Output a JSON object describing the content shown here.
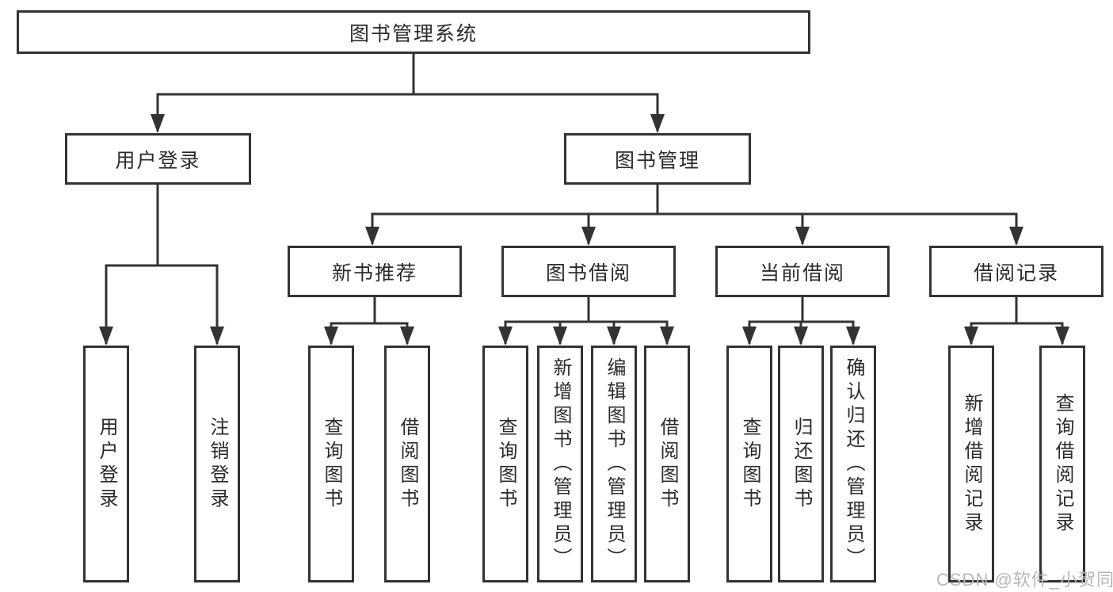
{
  "diagram_title": "图书管理系统",
  "nodes": {
    "root": {
      "label": "图书管理系统"
    },
    "level2": [
      {
        "label": "用户登录"
      },
      {
        "label": "图书管理"
      }
    ],
    "level3": [
      {
        "label": "新书推荐"
      },
      {
        "label": "图书借阅"
      },
      {
        "label": "当前借阅"
      },
      {
        "label": "借阅记录"
      }
    ],
    "leaves": [
      {
        "label": "用户登录"
      },
      {
        "label": "注销登录"
      },
      {
        "label": "查询图书"
      },
      {
        "label": "借阅图书"
      },
      {
        "label": "查询图书"
      },
      {
        "label": "新增图书（管理员）"
      },
      {
        "label": "编辑图书（管理员）"
      },
      {
        "label": "借阅图书"
      },
      {
        "label": "查询图书"
      },
      {
        "label": "归还图书"
      },
      {
        "label": "确认归还（管理员）"
      },
      {
        "label": "新增借阅记录"
      },
      {
        "label": "查询借阅记录"
      }
    ]
  },
  "watermark": "CSDN @软件_小贺同学",
  "colors": {
    "line": "#333333",
    "box_fill": "#ffffff",
    "text": "#2b2b2b",
    "watermark": "#b7b7b7"
  }
}
